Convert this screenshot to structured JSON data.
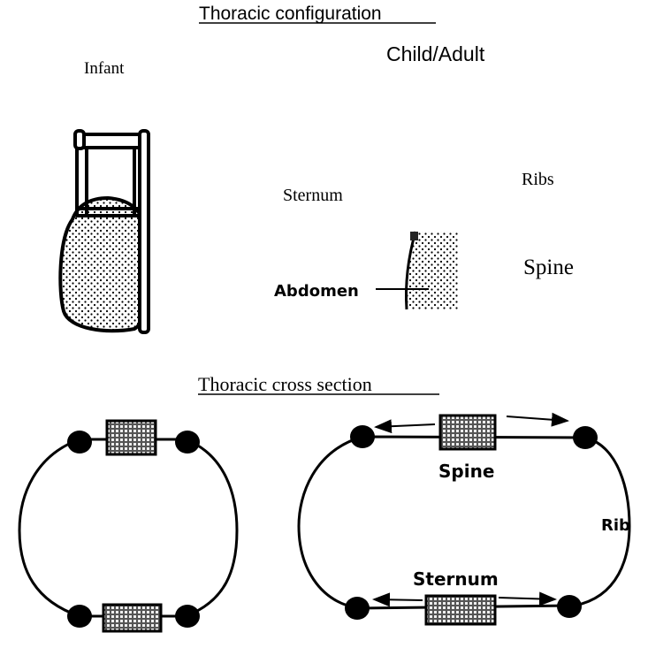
{
  "title_top": "Thoracic configuration",
  "title_bottom": "Thoracic cross section",
  "labels": {
    "infant": "Infant",
    "child_adult": "Child/Adult",
    "sternum_top": "Sternum",
    "ribs": "Ribs",
    "spine_top": "Spine",
    "abdomen": "Abdomen",
    "spine_bottom": "Spine",
    "rib_bottom": "Rib",
    "sternum_bottom": "Sternum"
  }
}
